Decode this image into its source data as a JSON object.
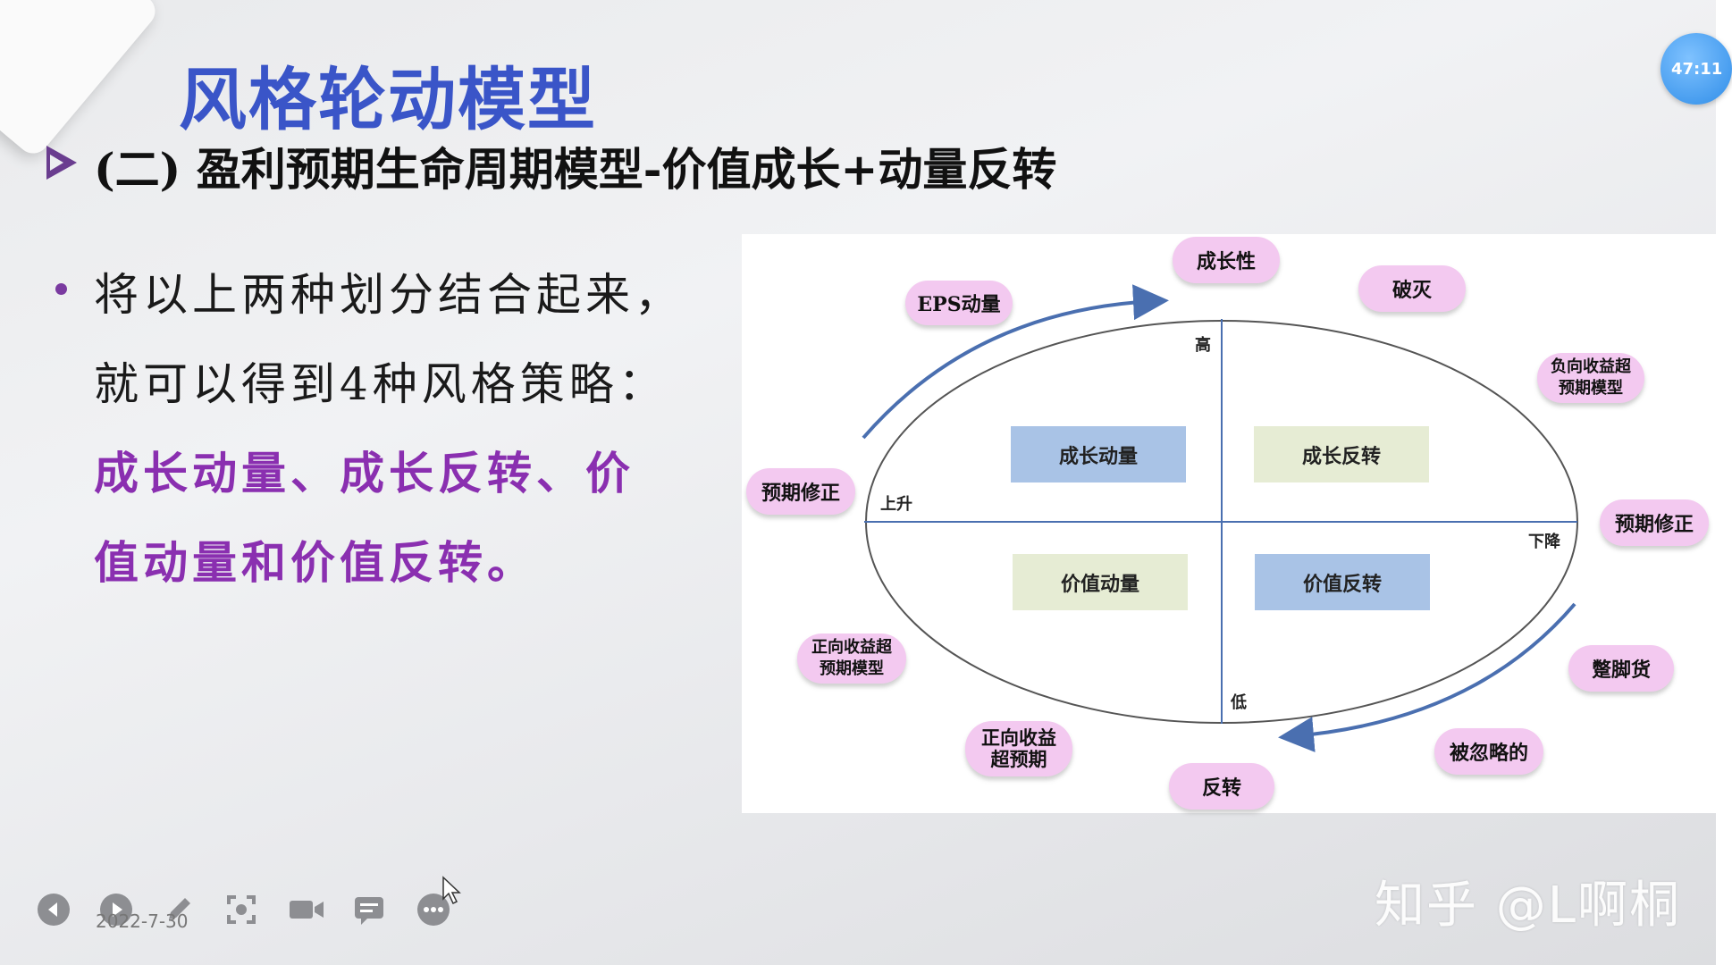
{
  "slide": {
    "title": "风格轮动模型",
    "subtitle": "(二) 盈利预期生命周期模型-价值成长+动量反转",
    "bullet_lines": [
      "将以上两种划分结合起来，",
      "就可以得到4种风格策略："
    ],
    "highlight_lines": [
      "成长动量、成长反转、价",
      "值动量和价值反转。"
    ]
  },
  "diagram": {
    "quadrants": {
      "top_left": "成长动量",
      "top_right": "成长反转",
      "bottom_left": "价值动量",
      "bottom_right": "价值反转"
    },
    "axis": {
      "high": "高",
      "low": "低",
      "rise": "上升",
      "fall": "下降"
    },
    "stages": {
      "growth": "成长性",
      "bust": "破灭",
      "negative_surprise": [
        "负向收益超",
        "预期模型"
      ],
      "revision_right": "预期修正",
      "junk": "蹩脚货",
      "ignored": "被忽略的",
      "reversal": "反转",
      "positive_surprise_lower": [
        "正向收益",
        "超预期"
      ],
      "positive_surprise_model": [
        "正向收益超",
        "预期模型"
      ],
      "revision_left": "预期修正",
      "eps_momentum": "EPS动量"
    },
    "colors": {
      "pill": "#f3c9f0",
      "box_blue": "#a9c3e6",
      "box_green": "#e6ecd4",
      "arrow": "#4a6fb0"
    }
  },
  "player": {
    "date": "2022-7-30",
    "timer": "47:11",
    "controls": [
      "prev-icon",
      "play-icon",
      "pen-icon",
      "screenshot-icon",
      "camera-icon",
      "chat-icon",
      "more-icon"
    ]
  },
  "watermark": "知乎 @L啊桐"
}
